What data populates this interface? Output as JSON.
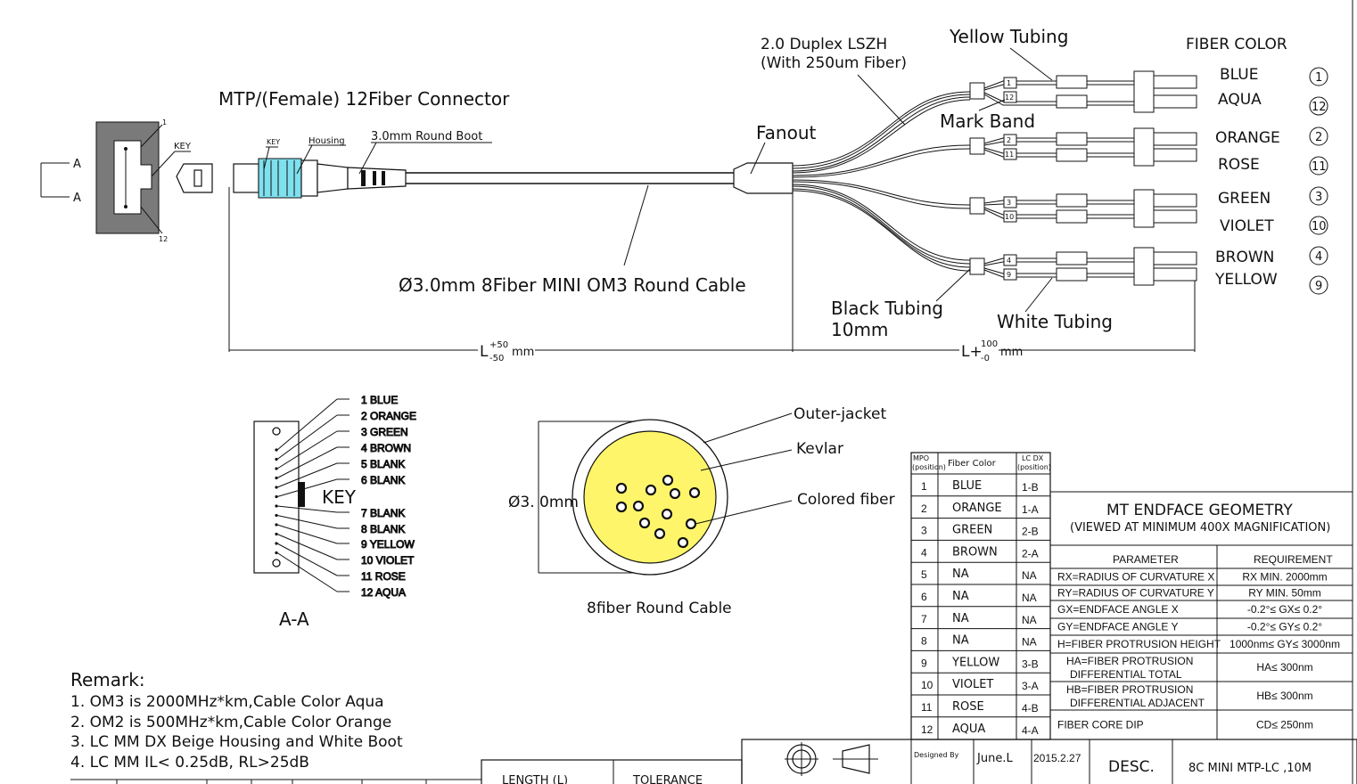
{
  "top": {
    "mtp_title": "MTP/(Female) 12Fiber Connector",
    "key_small": "KEY",
    "housing": "Housing",
    "boot": "3.0mm Round Boot",
    "pin_1": "1",
    "pin_12": "12",
    "key_side": "KEY",
    "section_a": "A",
    "cable_label": "Ø3.0mm 8Fiber  MINI OM3  Round Cable",
    "fanout": "Fanout",
    "duplex_1": "2.0 Duplex LSZH",
    "duplex_2": "(With 250um Fiber)",
    "yellow_tubing": "Yellow Tubing",
    "mark_band": "Mark Band",
    "black_tubing_1": "Black Tubing",
    "black_tubing_2": "10mm",
    "white_tubing": "White Tubing",
    "fiber_color_title": "FIBER COLOR",
    "dim_left": "L",
    "dim_left_sup": "+50",
    "dim_left_sub": "-50",
    "dim_left_unit": "mm",
    "dim_right": "L+",
    "dim_right_sup": "100",
    "dim_right_sub": "-0",
    "dim_right_unit": "mm",
    "fiber_colors": [
      {
        "name": "BLUE",
        "num": "1"
      },
      {
        "name": "AQUA",
        "num": "12"
      },
      {
        "name": "ORANGE",
        "num": "2"
      },
      {
        "name": "ROSE",
        "num": "11"
      },
      {
        "name": "GREEN",
        "num": "3"
      },
      {
        "name": "VIOLET",
        "num": "10"
      },
      {
        "name": "BROWN",
        "num": "4"
      },
      {
        "name": "YELLOW",
        "num": "9"
      }
    ],
    "mark_band_numbers": [
      "1",
      "12",
      "2",
      "11",
      "3",
      "10",
      "4",
      "9"
    ]
  },
  "section": {
    "caption": "A-A",
    "key": "KEY",
    "fibers": [
      "1 BLUE",
      "2 ORANGE",
      "3 GREEN",
      "4 BROWN",
      "5 BLANK",
      "6 BLANK",
      "7 BLANK",
      "8 BLANK",
      "9 YELLOW",
      "10 VIOLET",
      "11 ROSE",
      "12 AQUA"
    ]
  },
  "cable_cross": {
    "diameter": "Ø3. 0mm",
    "outer_jacket": "Outer-jacket",
    "kevlar": "Kevlar",
    "colored_fiber": "Colored fiber",
    "caption": "8fiber Round Cable"
  },
  "remarks": {
    "title": "Remark:",
    "lines": [
      "1. OM3 is 2000MHz*km,Cable  Color Aqua",
      "2. OM2 is 500MHz*km,Cable  Color Orange",
      "3. LC MM DX Beige Housing and White Boot",
      "4. LC MM IL< 0.25dB, RL>25dB"
    ]
  },
  "mapping": {
    "head_mpo": [
      "MPO",
      "(position)"
    ],
    "head_color": "Fiber Color",
    "head_lc": [
      "LC DX",
      "(position)"
    ],
    "rows": [
      {
        "mpo": "1",
        "color": "BLUE",
        "lc": "1-B"
      },
      {
        "mpo": "2",
        "color": "ORANGE",
        "lc": "1-A"
      },
      {
        "mpo": "3",
        "color": "GREEN",
        "lc": "2-B"
      },
      {
        "mpo": "4",
        "color": "BROWN",
        "lc": "2-A"
      },
      {
        "mpo": "5",
        "color": "NA",
        "lc": "NA"
      },
      {
        "mpo": "6",
        "color": "NA",
        "lc": "NA"
      },
      {
        "mpo": "7",
        "color": "NA",
        "lc": "NA"
      },
      {
        "mpo": "8",
        "color": "NA",
        "lc": "NA"
      },
      {
        "mpo": "9",
        "color": "YELLOW",
        "lc": "3-B"
      },
      {
        "mpo": "10",
        "color": "VIOLET",
        "lc": "3-A"
      },
      {
        "mpo": "11",
        "color": "ROSE",
        "lc": "4-B"
      },
      {
        "mpo": "12",
        "color": "AQUA",
        "lc": "4-A"
      }
    ]
  },
  "geometry": {
    "title": "MT ENDFACE GEOMETRY",
    "subtitle": "(VIEWED AT MINIMUM 400X MAGNIFICATION)",
    "col_param": "PARAMETER",
    "col_req": "REQUIREMENT",
    "rows": [
      {
        "param": [
          "RX=RADIUS OF CURVATURE X"
        ],
        "req": "RX MIN. 2000mm"
      },
      {
        "param": [
          "RY=RADIUS OF CURVATURE Y"
        ],
        "req": "RY MIN. 50mm"
      },
      {
        "param": [
          "GX=ENDFACE ANGLE X"
        ],
        "req": "-0.2°≤ GX≤ 0.2°"
      },
      {
        "param": [
          "GY=ENDFACE ANGLE Y"
        ],
        "req": "-0.2°≤ GY≤ 0.2°"
      },
      {
        "param": [
          "H=FIBER PROTRUSION HEIGHT"
        ],
        "req": "1000nm≤ GY≤ 3000nm"
      },
      {
        "param": [
          "HA=FIBER PROTRUSION",
          "DIFFERENTIAL TOTAL"
        ],
        "req": "HA≤ 300nm"
      },
      {
        "param": [
          "HB=FIBER PROTRUSION",
          "DIFFERENTIAL  ADJACENT"
        ],
        "req": "HB≤ 300nm"
      },
      {
        "param": [
          "FIBER CORE DIP"
        ],
        "req": "CD≤ 250nm"
      }
    ]
  },
  "title_block": {
    "length": "LENGTH  (L)",
    "tolerance": "TOLERANCE",
    "designed_by": "Designed By",
    "designer": "June.L",
    "date": "2015.2.27",
    "desc_label": "DESC.",
    "desc": "8C MINI MTP-LC ,10M"
  }
}
